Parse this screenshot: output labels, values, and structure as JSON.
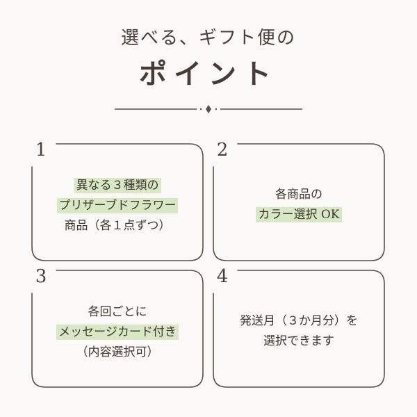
{
  "header": {
    "subtitle": "選べる、ギフト便の",
    "title": "ポイント"
  },
  "colors": {
    "text": "#4a4039",
    "frame": "#5a4f47",
    "highlight": "#d9e8c4",
    "background": "#fbf9f7"
  },
  "cards": [
    {
      "number": "1",
      "lines": [
        {
          "text": "異なる３種類の",
          "highlight": true
        },
        {
          "text": "プリザーブドフラワー",
          "highlight": true
        },
        {
          "text": "商品（各１点ずつ）",
          "highlight": false
        }
      ]
    },
    {
      "number": "2",
      "lines": [
        {
          "text": "各商品の",
          "highlight": false
        },
        {
          "text": "カラー選択 OK",
          "highlight": true
        }
      ]
    },
    {
      "number": "3",
      "lines": [
        {
          "text": "各回ごとに",
          "highlight": false
        },
        {
          "text": "メッセージカード付き",
          "highlight": true
        },
        {
          "text": "（内容選択可）",
          "highlight": false
        }
      ]
    },
    {
      "number": "4",
      "lines": [
        {
          "text": "発送月（３か月分）を",
          "highlight": false
        },
        {
          "text": "選択できます",
          "highlight": false
        }
      ]
    }
  ]
}
